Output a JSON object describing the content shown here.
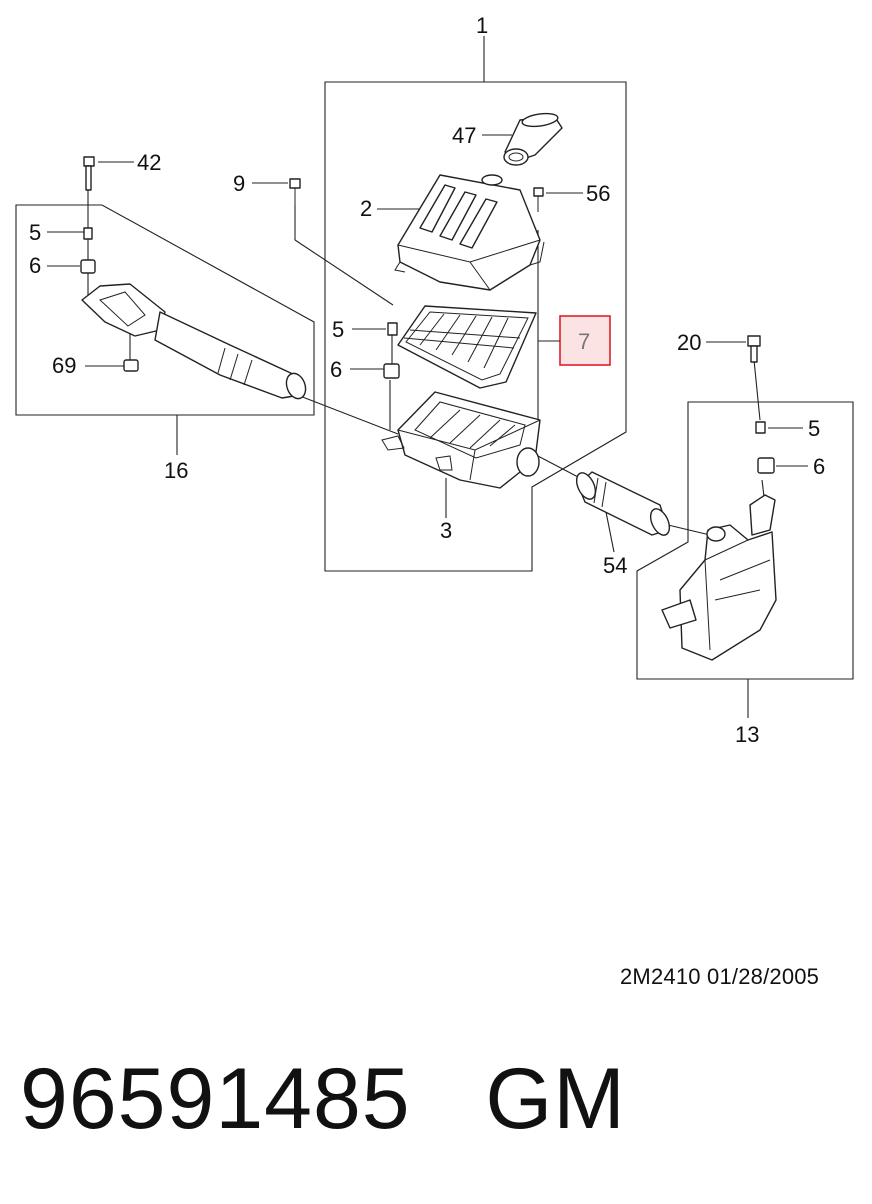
{
  "callouts": {
    "c1": "1",
    "c2": "2",
    "c3": "3",
    "c47": "47",
    "c56": "56",
    "c9": "9",
    "c42": "42",
    "c5a": "5",
    "c6a": "6",
    "c69": "69",
    "c16": "16",
    "c5b": "5",
    "c6b": "6",
    "c7": "7",
    "c20": "20",
    "c5c": "5",
    "c6c": "6",
    "c54": "54",
    "c13": "13"
  },
  "highlight": {
    "callout": "7",
    "border_color": "#e0202a",
    "fill_color": "#fbe3e4"
  },
  "footer": {
    "doc_code": "2M2410  01/28/2005",
    "part_number": "96591485   GM"
  }
}
